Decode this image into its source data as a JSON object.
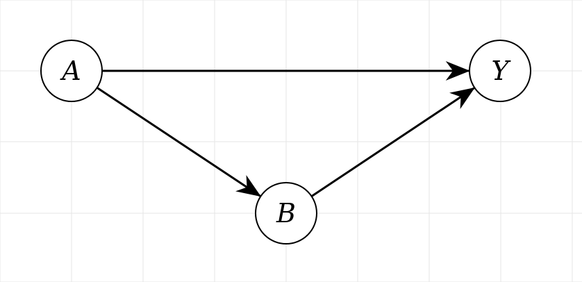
{
  "diagram": {
    "nodes": [
      {
        "id": "A",
        "label": "A"
      },
      {
        "id": "Y",
        "label": "Y"
      },
      {
        "id": "B",
        "label": "B"
      }
    ],
    "edges": [
      {
        "from": "A",
        "to": "Y"
      },
      {
        "from": "A",
        "to": "B"
      },
      {
        "from": "B",
        "to": "Y"
      }
    ],
    "colors": {
      "stroke": "#000000",
      "node_fill": "#ffffff",
      "grid": "#e6e6e6",
      "background": "#ffffff"
    },
    "grid": true
  }
}
